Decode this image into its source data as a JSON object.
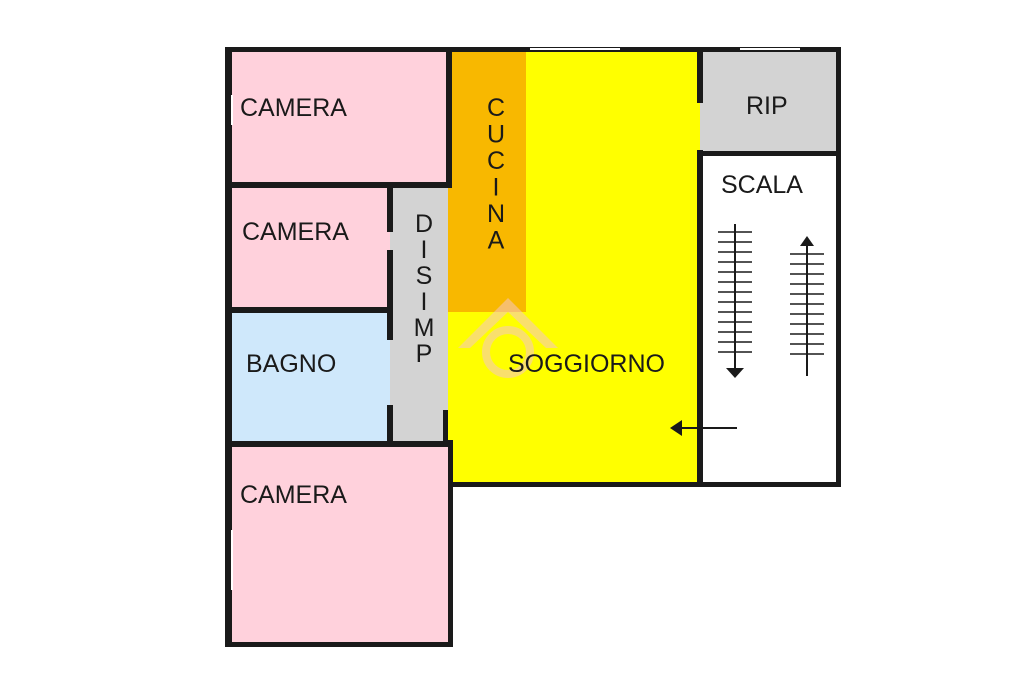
{
  "rooms": {
    "camera_top": {
      "label": "CAMERA",
      "color": "#ffd1dc"
    },
    "camera_middle": {
      "label": "CAMERA",
      "color": "#ffd1dc"
    },
    "bagno": {
      "label": "BAGNO",
      "color": "#cfe8fb"
    },
    "camera_bottom": {
      "label": "CAMERA",
      "color": "#ffd1dc"
    },
    "disimpegno": {
      "label": "DISIMP",
      "color": "#d3d3d3"
    },
    "cucina": {
      "label": "CUCINA",
      "color": "#f8b800"
    },
    "soggiorno": {
      "label": "SOGGIORNO",
      "color": "#ffff00"
    },
    "ripostiglio": {
      "label": "RIP",
      "color": "#d3d3d3"
    },
    "scala": {
      "label": "SCALA",
      "color": "#ffffff"
    }
  },
  "walls": {
    "color": "#1a1a1a"
  },
  "watermark": {
    "icon": "house-logo-icon",
    "color": "#f5c6c6"
  },
  "stairs": {
    "down_arrow_icon": "arrow-down-icon",
    "up_arrow_icon": "arrow-up-icon",
    "entrance_arrow_icon": "arrow-left-icon"
  }
}
